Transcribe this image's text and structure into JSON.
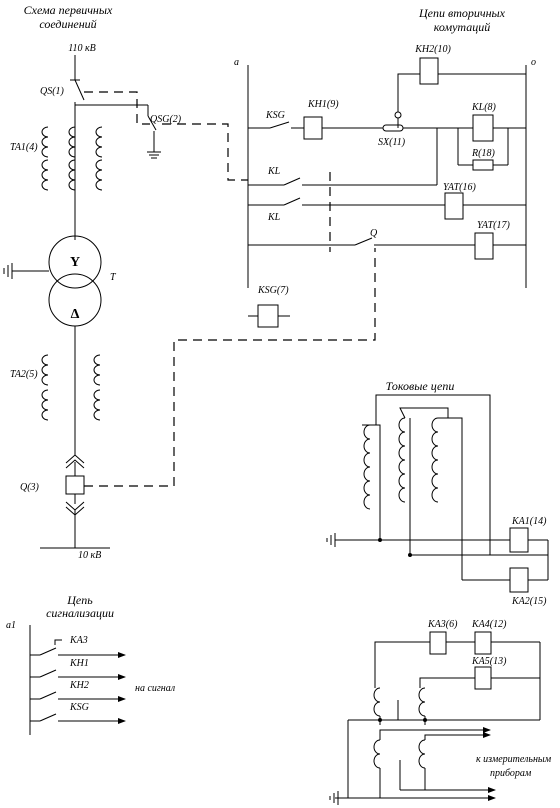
{
  "headings": {
    "primary_line1": "Схема первичных",
    "primary_line2": "соединений",
    "secondary_line1": "Цепи вторичных",
    "secondary_line2": "комутаций",
    "current_circuits": "Токовые цепи",
    "signal_line1": "Цепь",
    "signal_line2": "сигнализации"
  },
  "primary": {
    "voltage_top": "110 кВ",
    "voltage_bottom": "10 кВ",
    "qs1": "QS(1)",
    "qsg2": "QSG(2)",
    "ta1": "TA1(4)",
    "ta2": "TA2(5)",
    "transformer": "T",
    "winding_hv": "Y",
    "winding_lv": "Δ",
    "breaker": "Q(3)"
  },
  "secondary": {
    "bus_left": "a",
    "bus_right": "o",
    "kh2": "KH2(10)",
    "ksg": "KSG",
    "kh1": "KH1(9)",
    "sx11": "SX(11)",
    "kl8": "KL(8)",
    "r18": "R(18)",
    "kl_a": "KL",
    "kl_b": "KL",
    "yat16": "YAT(16)",
    "yat17": "YAT(17)",
    "q": "Q",
    "ksg7": "KSG(7)"
  },
  "current": {
    "ka1": "KA1(14)",
    "ka2": "KA2(15)",
    "ka3": "KA3(6)",
    "ka4": "KA4(12)",
    "ka5": "KA5(13)",
    "to_meters_1": "к измерительным",
    "to_meters_2": "приборам"
  },
  "signal": {
    "bus": "a1",
    "ka3": "KA3",
    "kh1": "KH1",
    "kh2": "KH2",
    "ksg": "KSG",
    "to_signal": "на сигнал"
  }
}
